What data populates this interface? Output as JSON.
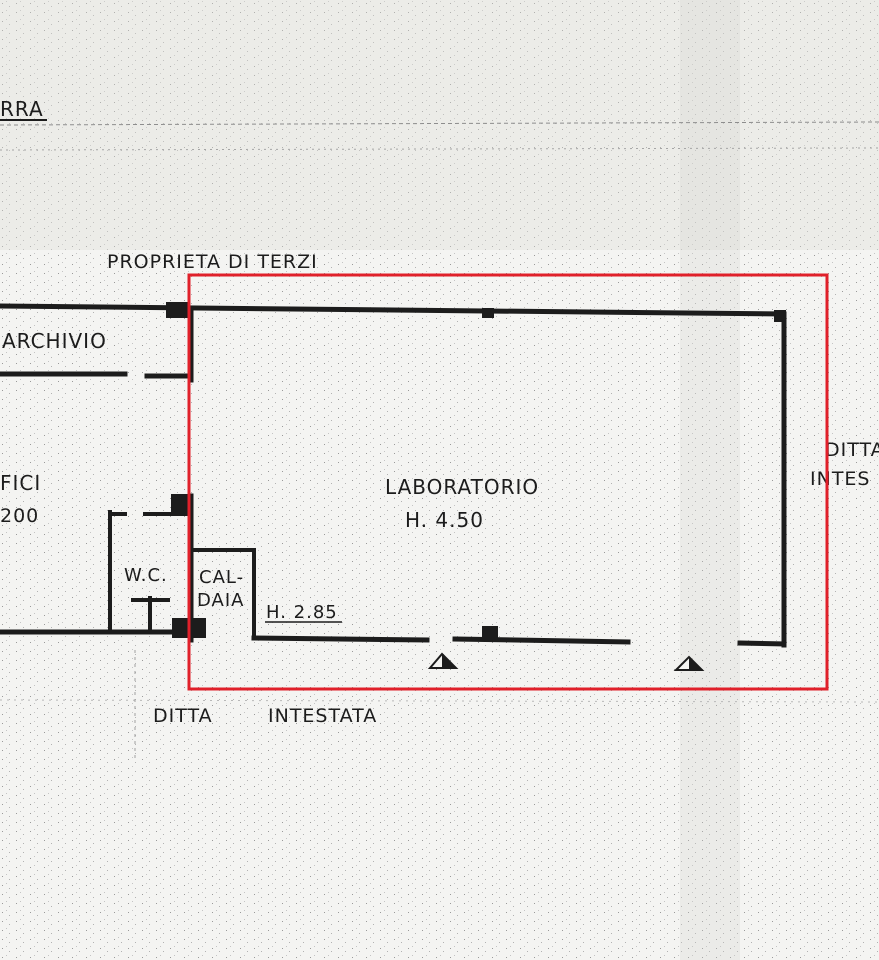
{
  "labels": {
    "top_street": "RRA",
    "neighbor_top": "PROPRIETA  DI  TERZI",
    "archivio": "ARCHIVIO",
    "uffici": "FICI",
    "uffici_height": "200",
    "laboratorio": "LABORATORIO",
    "lab_height": "H.  4.50",
    "wc": "W.C.",
    "caldaia_1": "CAL-",
    "caldaia_2": "DAIA",
    "caldaia_height": "H. 2.85",
    "bottom_1": "DITTA",
    "bottom_2": "INTESTATA",
    "right_1": "DITTA",
    "right_2": "INTES"
  },
  "colors": {
    "paper": "#f4f4f2",
    "ink": "#1c1c1c",
    "highlight": "#e0202a"
  }
}
